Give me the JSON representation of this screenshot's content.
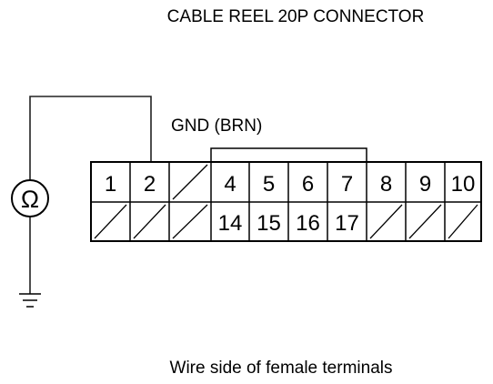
{
  "title": "CABLE REEL 20P CONNECTOR",
  "gnd_label": "GND (BRN)",
  "caption": "Wire side of female terminals",
  "meter_symbol": "Ω",
  "meter_icon": "ohmmeter-icon",
  "ground_icon": "ground-icon",
  "connector": {
    "top_row": [
      "1",
      "2",
      "",
      "4",
      "5",
      "6",
      "7",
      "8",
      "9",
      "10"
    ],
    "bottom_row": [
      "",
      "",
      "",
      "14",
      "15",
      "16",
      "17",
      "",
      "",
      ""
    ],
    "probe_terminal": "2",
    "gnd_terminals": [
      "4",
      "5",
      "6",
      "7"
    ]
  }
}
